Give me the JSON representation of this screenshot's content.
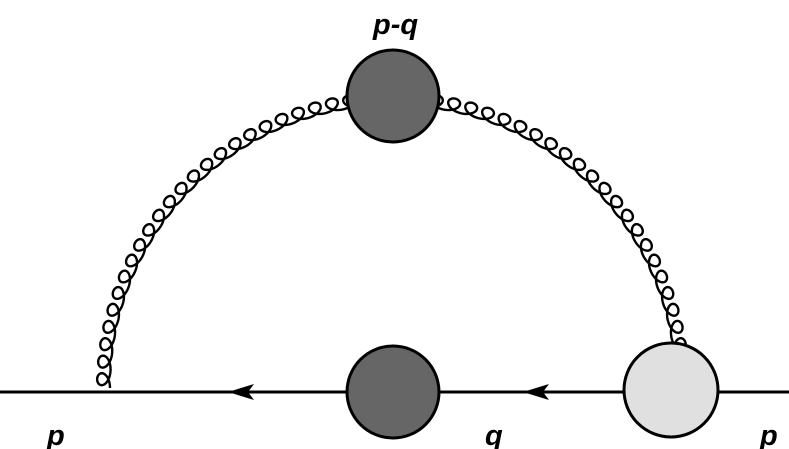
{
  "labels": {
    "top": "p-q",
    "left": "p",
    "middle": "q",
    "right": "p"
  },
  "colors": {
    "line": "#000000",
    "dark_blob": "#666666",
    "light_blob": "#e0e0e0",
    "background": "#ffffff"
  },
  "elements": {
    "gluon": "gluon-propagator",
    "fermion": "fermion-line",
    "top_vertex": "dressed-gluon-propagator",
    "bottom_vertex": "dressed-quark-propagator",
    "right_vertex": "dressed-quark-gluon-vertex"
  }
}
